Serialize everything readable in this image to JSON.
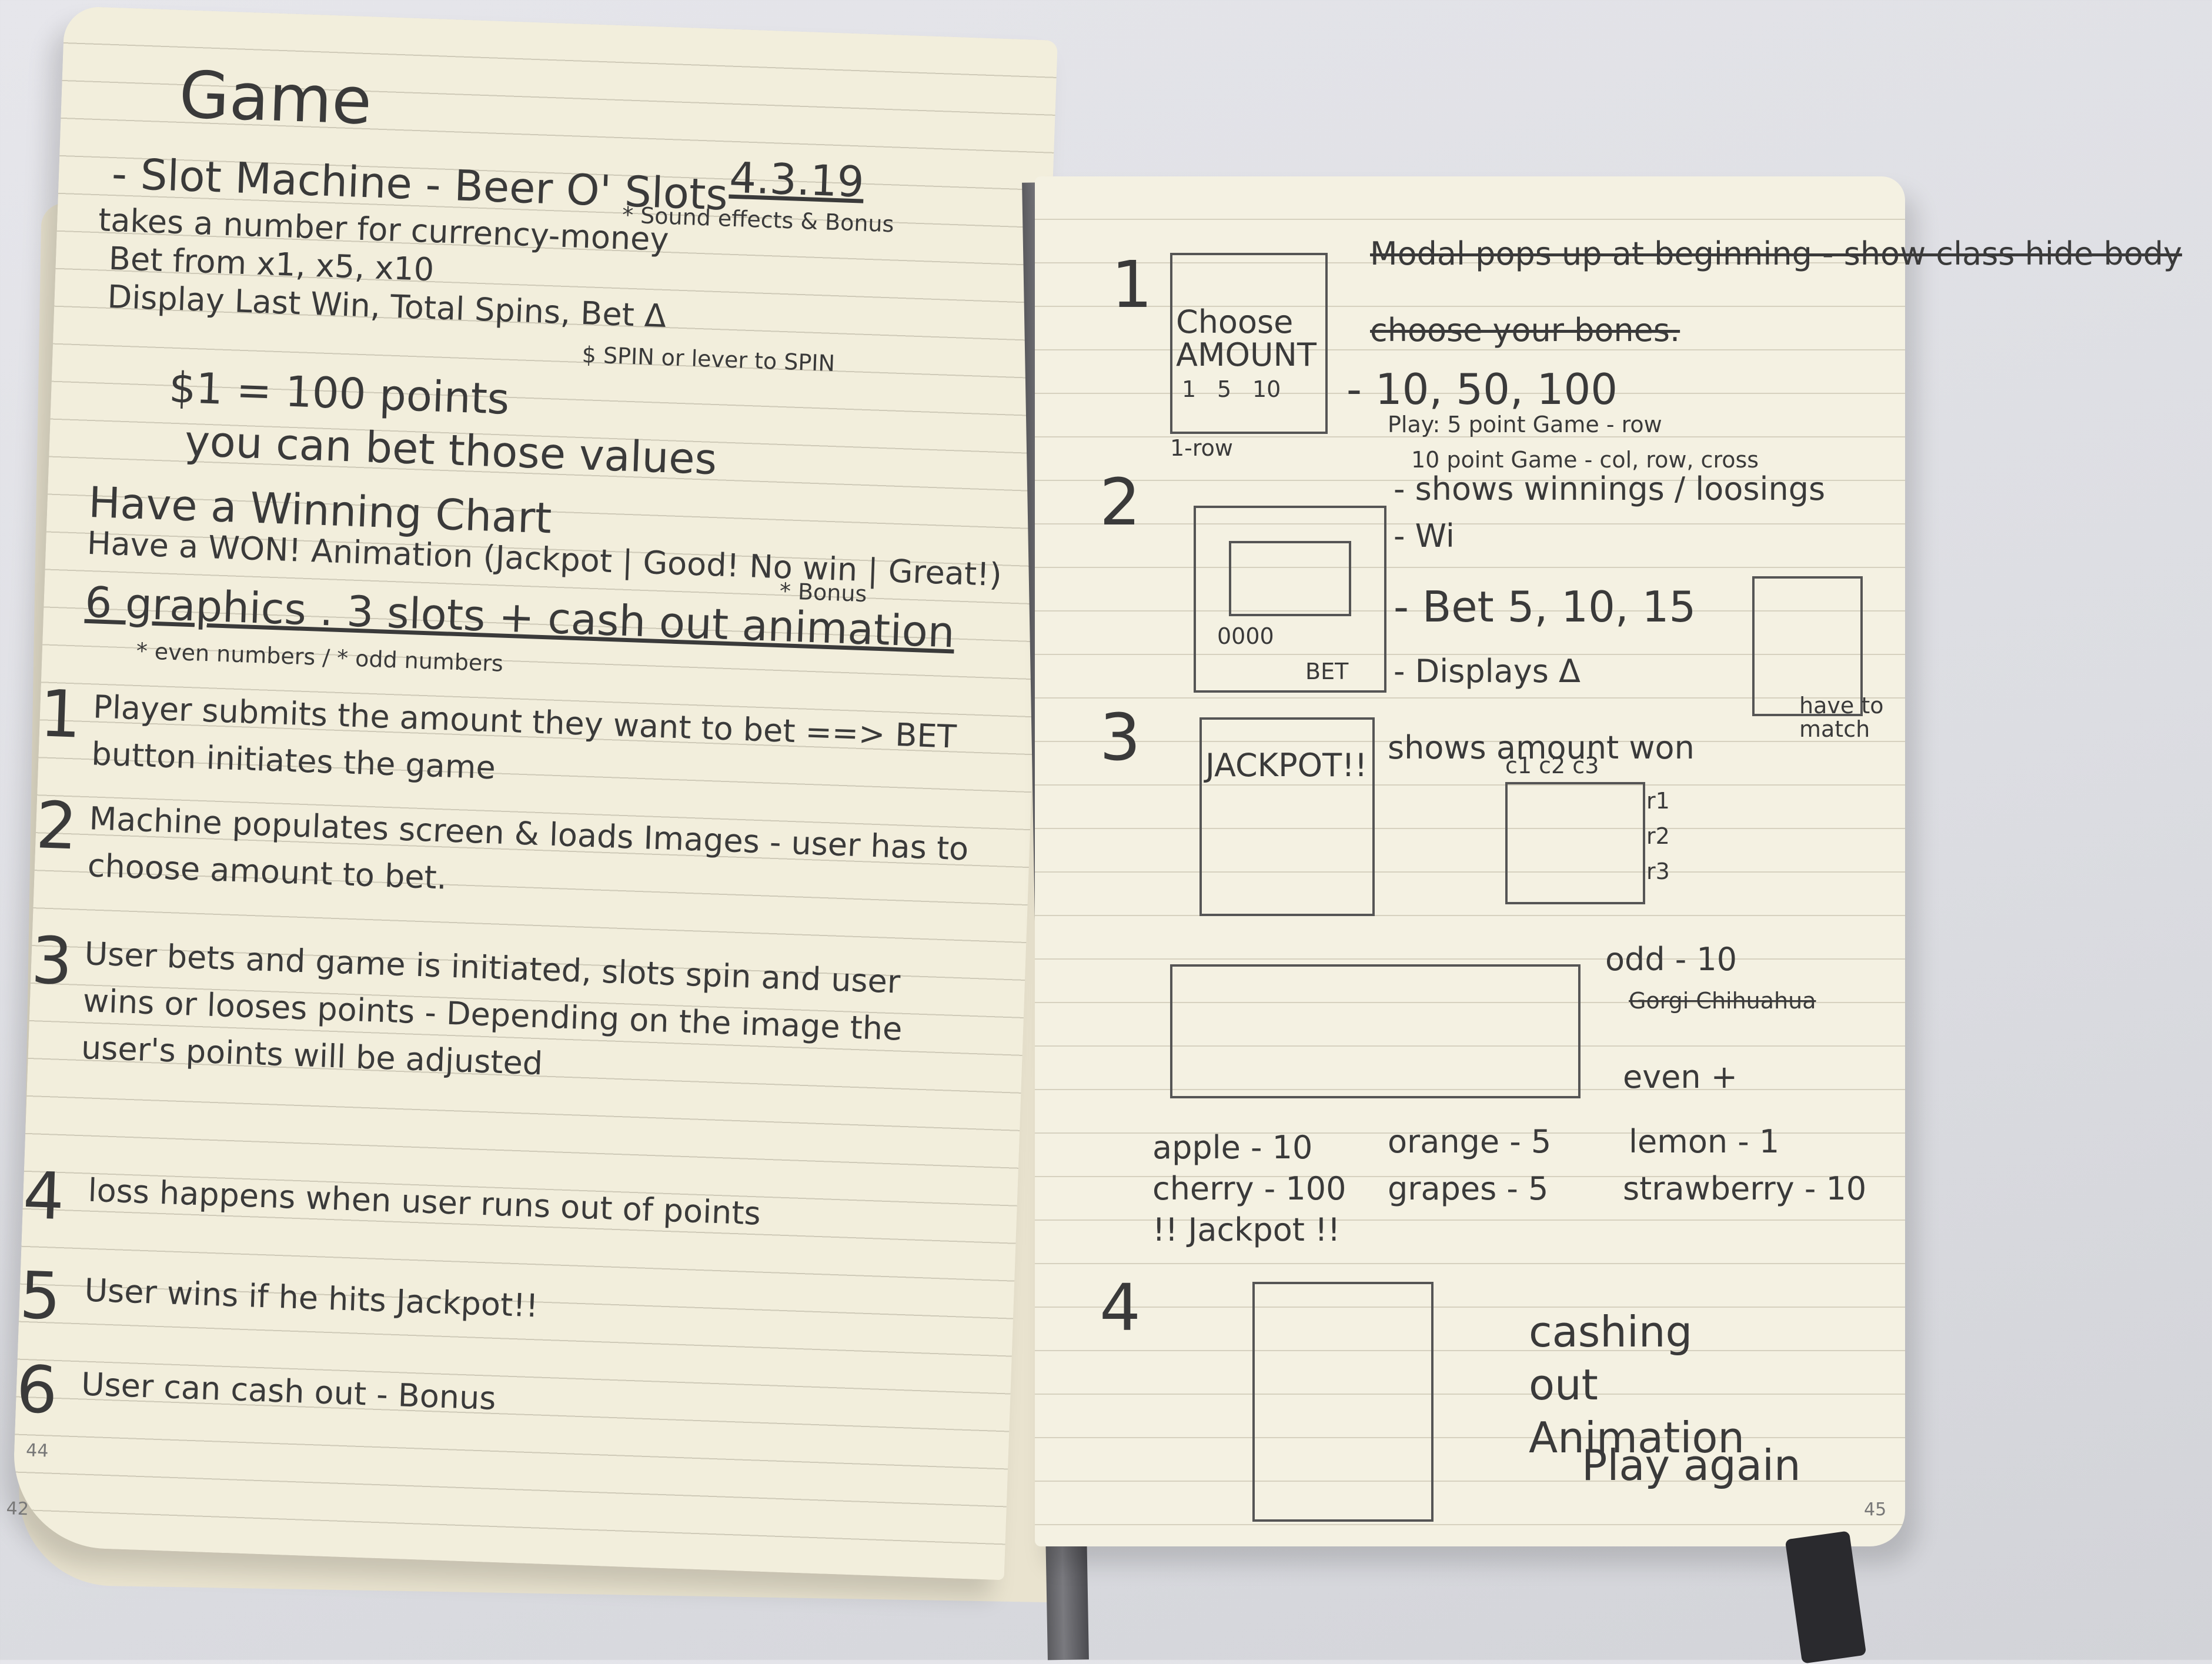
{
  "left_page": {
    "title": "Game",
    "date": "4.3.19",
    "lines": [
      "- Slot Machine - Beer O' Slots",
      "* Sound effects & Bonus",
      "takes a number for currency-money",
      "Bet from x1, x5, x10",
      "Display Last Win, Total Spins, Bet Δ",
      "$ SPIN or lever to SPIN",
      "$1 = 100 points",
      "you can bet those values",
      "Have a Winning Chart",
      "Have a WON! Animation (Jackpot | Good! No win | Great!)",
      "* Bonus",
      "6 graphics . 3 slots + cash out animation",
      "* even numbers / * odd numbers"
    ],
    "steps": [
      {
        "n": "1",
        "text": "Player submits the amount they want to bet ==> BET button initiates the game"
      },
      {
        "n": "2",
        "text": "Machine populates screen & loads Images - user has to choose amount to bet."
      },
      {
        "n": "3",
        "text": "User bets and game is initiated, slots spin and user wins or looses points - Depending on the image the user's points will be adjusted"
      },
      {
        "n": "4",
        "text": "loss happens when user runs out of points"
      },
      {
        "n": "5",
        "text": "User wins if he hits Jackpot!!"
      },
      {
        "n": "6",
        "text": "User can cash out - Bonus"
      }
    ],
    "page_numbers": [
      "44",
      "42"
    ]
  },
  "right_page": {
    "sections": [
      {
        "n": "1",
        "box_label": "Choose AMOUNT",
        "buttons": [
          "1",
          "5",
          "10"
        ],
        "notes": [
          "Modal pops up at beginning - show class hide body",
          "choose your bones.",
          "- 10, 50, 100",
          "Play: 5 point Game - row",
          "10 point Game - col, row, cross",
          "1-row"
        ]
      },
      {
        "n": "2",
        "notes": [
          "- shows winnings / loosings",
          "- Wi",
          "- Bet 5, 10, 15",
          "- Displays Δ",
          "0000",
          "BET",
          "have to match"
        ]
      },
      {
        "n": "3",
        "box_label": "JACKPOT!!",
        "notes": [
          "shows amount won",
          "c1 c2 c3",
          "r1",
          "r2",
          "r3"
        ]
      },
      {
        "n": "4",
        "notes": [
          "cashing out Animation",
          "Play again"
        ]
      }
    ],
    "fruit_chart": {
      "odd_label": "odd - 10",
      "even_label": "even +",
      "crossed": "Gorgi Chihuahua"
    },
    "fruit_values": [
      "apple - 10",
      "orange - 5",
      "lemon - 1",
      "cherry - 100",
      "grapes - 5",
      "strawberry - 10",
      "!! Jackpot !!"
    ],
    "page_number": "45"
  }
}
